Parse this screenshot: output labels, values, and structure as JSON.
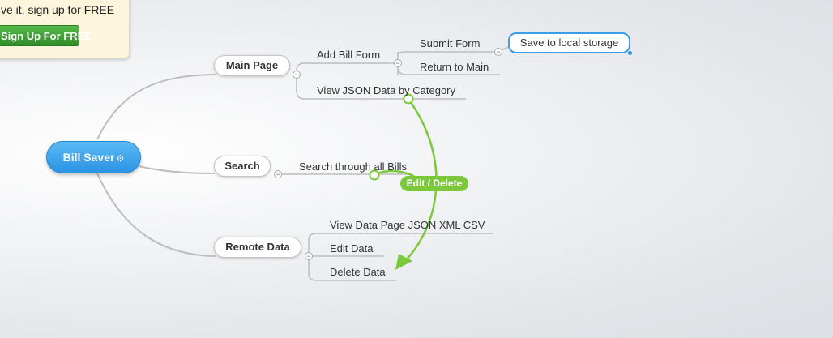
{
  "signup": {
    "text": "ve it, sign up for FREE",
    "button": "Sign Up For FREE"
  },
  "mindmap": {
    "root": "Bill Saver",
    "root_icon": "gear-icon",
    "topics": {
      "main_page": "Main Page",
      "search": "Search",
      "remote_data": "Remote Data"
    },
    "leaves": {
      "add_bill_form": "Add Bill Form",
      "submit_form": "Submit Form",
      "save_local": "Save to local storage",
      "return_main": "Return to Main",
      "view_json": "View JSON Data by Category",
      "search_all": "Search through all Bills",
      "view_data_page": "View Data Page JSON XML CSV",
      "edit_data": "Edit Data",
      "delete_data": "Delete Data"
    },
    "relationship": "Edit / Delete",
    "collapse_glyph": "−"
  },
  "colors": {
    "root": "#2b94e4",
    "relationship": "#7bc93b",
    "selection": "#3c9ee8",
    "signup_button": "#3a9a31"
  }
}
